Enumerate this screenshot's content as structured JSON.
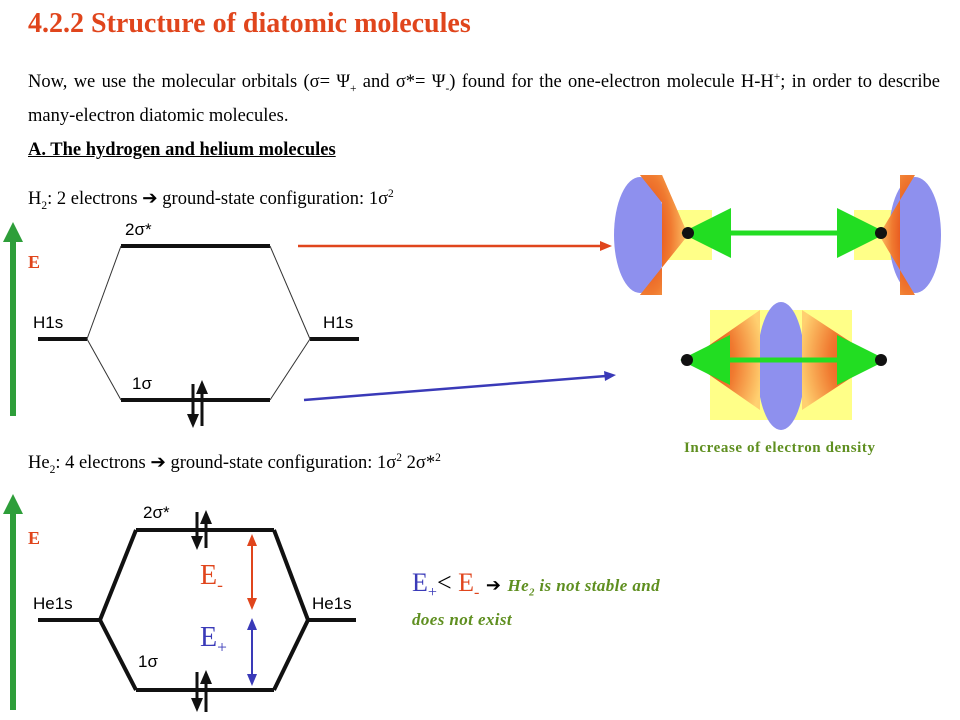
{
  "title": "4.2.2 Structure of diatomic molecules",
  "intro": {
    "p1": "Now, we use the molecular orbitals (",
    "sigma_eq": "σ= Ψ",
    "plus": "+",
    "and": " and ",
    "sigmastar_eq": "σ*= Ψ",
    "minus": "-",
    "p2": ") found for the one-electron molecule H-H",
    "p3": "; in order to describe many-electron diatomic molecules."
  },
  "section_heading": "A. The hydrogen and helium molecules",
  "h2": {
    "formula_H": "H",
    "formula_sub": "2",
    "text": ": 2 electrons",
    "config_label": "ground-state configuration: 1σ",
    "config_sup": "2",
    "energy_label": "E",
    "upper_orbital": "2σ*",
    "lower_orbital": "1σ",
    "left_atomic": "H1s",
    "right_atomic": "H1s"
  },
  "he2": {
    "formula_He": "He",
    "formula_sub": "2",
    "text": ": 4 electrons",
    "config_label": "ground-state configuration: 1σ",
    "config_sup1": "2",
    "config_mid": " 2σ*",
    "config_sup2": "2",
    "energy_label": "E",
    "upper_orbital": "2σ*",
    "lower_orbital": "1σ",
    "left_atomic": "He1s",
    "right_atomic": "He1s",
    "e_minus": "E",
    "e_minus_sub": "-",
    "e_plus": "E",
    "e_plus_sub": "+"
  },
  "orbital_caption": "Increase of electron density",
  "conclusion": {
    "e1": "E",
    "e1_sub": "+",
    "lt": "< ",
    "e2": "E",
    "e2_sub": "-",
    "text1": "He",
    "text1_sub": "2",
    "text2": " is not stable and does not exist"
  },
  "colors": {
    "title": "#e0451c",
    "energy_arrow": "#2e9e3a",
    "antibonding_arrow": "#e0451c",
    "bonding_arrow": "#3a3ab8",
    "lobe_blue": "#8e90ee",
    "bond_green": "#22dd22",
    "caption_green": "#5f8f20"
  },
  "icons": [
    "arrow-right-bullet-icon",
    "electron-spin-up-icon",
    "electron-spin-down-icon"
  ]
}
